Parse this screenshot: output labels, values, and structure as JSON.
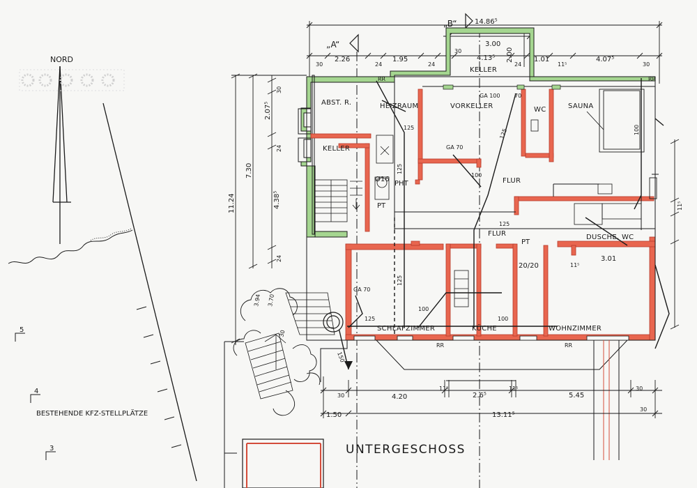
{
  "title": "UNTERGESCHOSS",
  "north_label": "NORD",
  "parking_label": "BESTEHENDE KFZ-STELLPLÄTZE",
  "section_markers": {
    "a": "„A“",
    "b": "„B“"
  },
  "rooms": {
    "abst": "ABST. R.",
    "heizraum": "HEIZRAUM",
    "vorkeller": "VORKELLER",
    "keller_top": "KELLER",
    "wc": "WC",
    "sauna": "SAUNA",
    "keller_left": "KELLER",
    "flur1": "FLUR",
    "flur2": "FLUR",
    "dusche": "DUSCHE, WC",
    "schlafzimmer": "SCHLAFZIMMER",
    "kueche": "KÜCHE",
    "wohnzimmer": "WOHNZIMMER"
  },
  "fixtures": {
    "rr1": "RR",
    "rr2": "RR",
    "rr3": "RR",
    "rr4": "RR",
    "pt1": "PT",
    "pt2": "PT",
    "pht": "PHT",
    "phi16": "Ø16",
    "ga100": "GA 100",
    "ga70a": "GA 70",
    "ga70b": "GA 70",
    "p125a": "125",
    "p125b": "125",
    "p125c": "125",
    "p125d": "125",
    "p125e": "125",
    "p125f": "125",
    "p100a": "100",
    "p100b": "100",
    "p100c": "100",
    "p100d": "100",
    "p70": "70",
    "p150": "150",
    "grid": "20/20",
    "stair_a": "3.94",
    "stair_b": "3.70",
    "stair_c": "30"
  },
  "dims_top": {
    "total": "14.86⁵",
    "d300": "3.00",
    "d30a": "30",
    "d226": "2.26",
    "d24a": "24",
    "d195": "1.95",
    "d24b": "24",
    "d30b": "30",
    "d4135": "4.13⁵",
    "d24c": "24",
    "d101": "1.01",
    "d115": "11⁵",
    "d4075": "4.07⁵",
    "d30c": "30",
    "d200": "2.00"
  },
  "dims_left": {
    "d1124": "11.24",
    "d730": "7.30",
    "d30": "30",
    "d2075": "2.07⁵",
    "d24a": "24",
    "d4385": "4.38⁵",
    "d24b": "24"
  },
  "dims_bottom": {
    "d30a": "30",
    "d420": "4.20",
    "d115a": "11⁵",
    "d2605": "2.6⁵",
    "d115b": "11⁵",
    "d545": "5.45",
    "d30b": "30",
    "d150": "1.50",
    "d13115": "13.11⁵",
    "d30c": "30",
    "d115c": "11⁵",
    "d301": "3.01"
  },
  "dims_right": {
    "d115": "11⁵"
  },
  "parking_numbers": {
    "p5": "5",
    "p4": "4",
    "p3": "3"
  },
  "colors": {
    "wall_new": "#e8664f",
    "wall_new_dark": "#d44c3a",
    "wall_existing": "#a5d690",
    "ink": "#1a1a1a",
    "paper": "#f7f7f5"
  }
}
